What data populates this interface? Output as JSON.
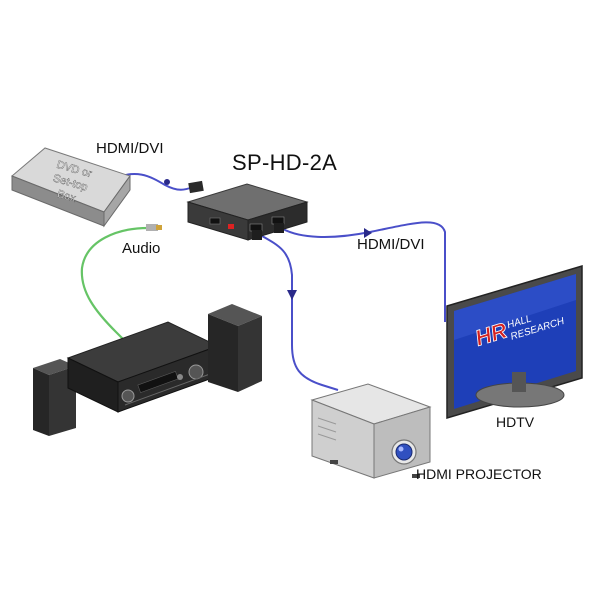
{
  "diagram": {
    "title": "SP-HD-2A",
    "cables": {
      "in_label": "HDMI/DVI",
      "out_label": "HDMI/DVI",
      "audio_label": "Audio"
    },
    "devices": {
      "source": {
        "line1": "DVD or",
        "line2": "Set-top",
        "line3": "Box"
      },
      "tv_label": "HDTV",
      "tv_logo_mark": "HR",
      "tv_logo_line1": "HALL",
      "tv_logo_line2": "RESEARCH",
      "projector_label": "HDMI PROJECTOR"
    },
    "colors": {
      "hdmi_cable": "#4a4fc9",
      "audio_cable": "#66c466",
      "device_dark": "#2a2a2a",
      "tv_screen": "#1e3fb8",
      "logo_red": "#d42020"
    }
  }
}
